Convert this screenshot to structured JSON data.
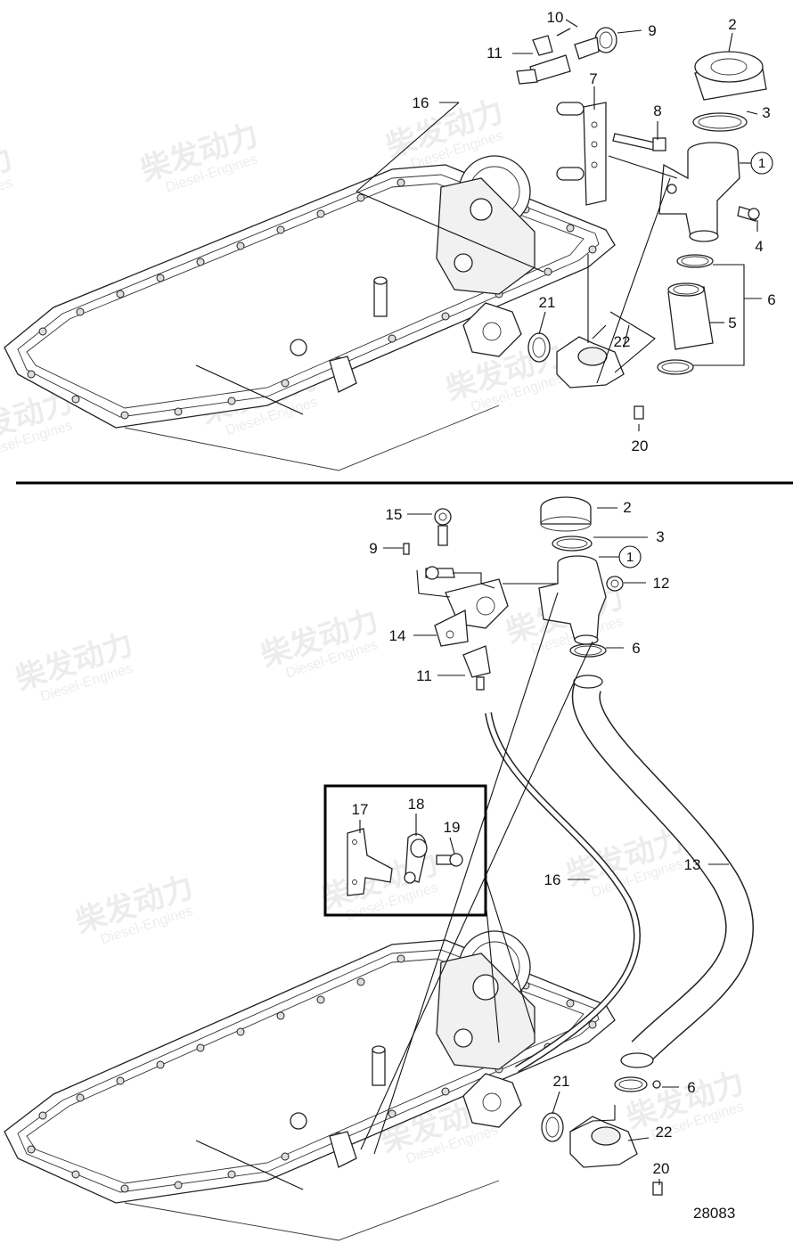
{
  "drawing_number": "28083",
  "watermark": {
    "cn": "柴发动力",
    "en": "Diesel-Engines"
  },
  "top_view": {
    "callouts": {
      "c1": "1",
      "c2": "2",
      "c3": "3",
      "c4": "4",
      "c5": "5",
      "c6": "6",
      "c7": "7",
      "c8": "8",
      "c9": "9",
      "c10": "10",
      "c11": "11",
      "c16": "16",
      "c20": "20",
      "c21": "21",
      "c22": "22"
    }
  },
  "bottom_view": {
    "callouts": {
      "c1": "1",
      "c2": "2",
      "c3": "3",
      "c6a": "6",
      "c6b": "6",
      "c9": "9",
      "c11": "11",
      "c12": "12",
      "c13": "13",
      "c14": "14",
      "c15": "15",
      "c16": "16",
      "c17": "17",
      "c18": "18",
      "c19": "19",
      "c20": "20",
      "c21": "21",
      "c22": "22"
    }
  }
}
